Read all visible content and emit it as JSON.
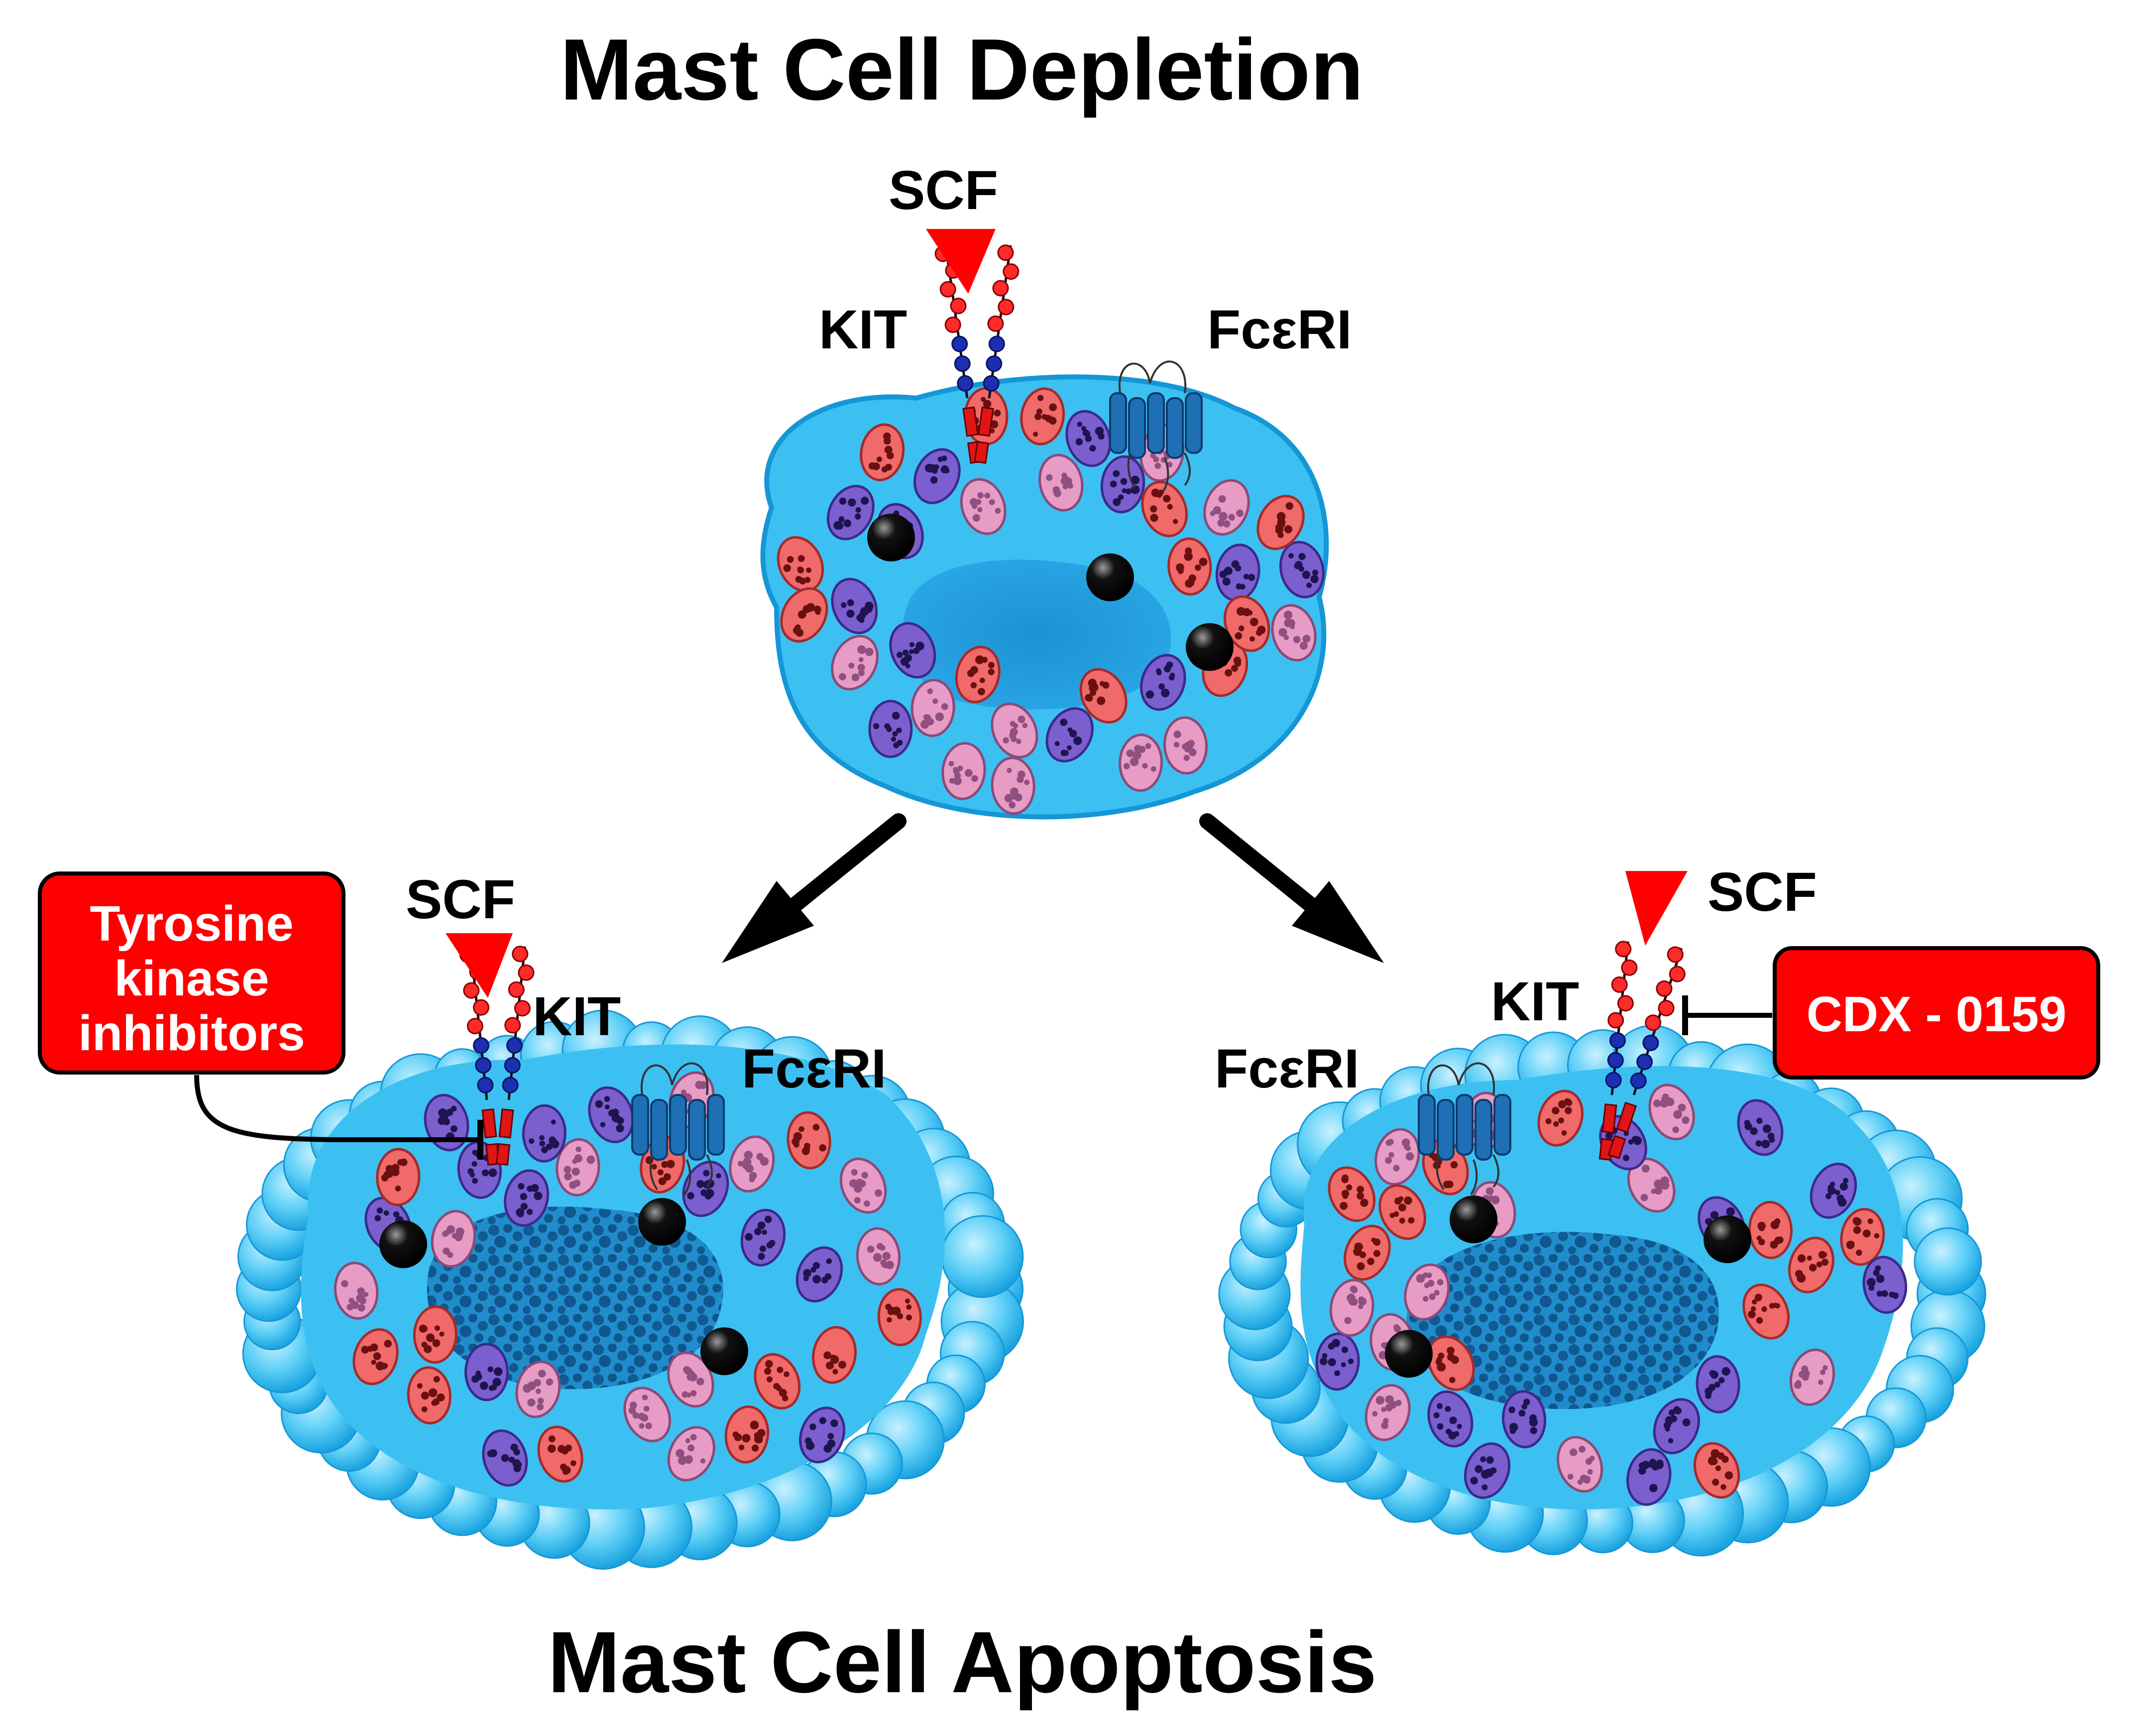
{
  "title_top": "Mast Cell Depletion",
  "title_bottom": "Mast Cell Apoptosis",
  "top_cell": {
    "scf_label": "SCF",
    "kit_label": "KIT",
    "fceri_label": "FcεRI"
  },
  "left_cell": {
    "scf_label": "SCF",
    "kit_label": "KIT",
    "fceri_label": "FcεRI",
    "inhibitor_box": [
      "Tyrosine",
      "kinase",
      "inhibitors"
    ]
  },
  "right_cell": {
    "scf_label": "SCF",
    "kit_label": "KIT",
    "fceri_label": "FcεRI",
    "inhibitor_box": [
      "CDX - 0159"
    ]
  },
  "colors": {
    "cytoplasm": "#3cc0f2",
    "nucleus": "#1e9ddc",
    "granule_red": "#f06a6a",
    "granule_purple": "#7b5fcf",
    "granule_pink": "#e79cc6",
    "receptor_blue": "#1f6fb5",
    "ligand_red": "#ff0000",
    "box_red": "#ff0000"
  }
}
